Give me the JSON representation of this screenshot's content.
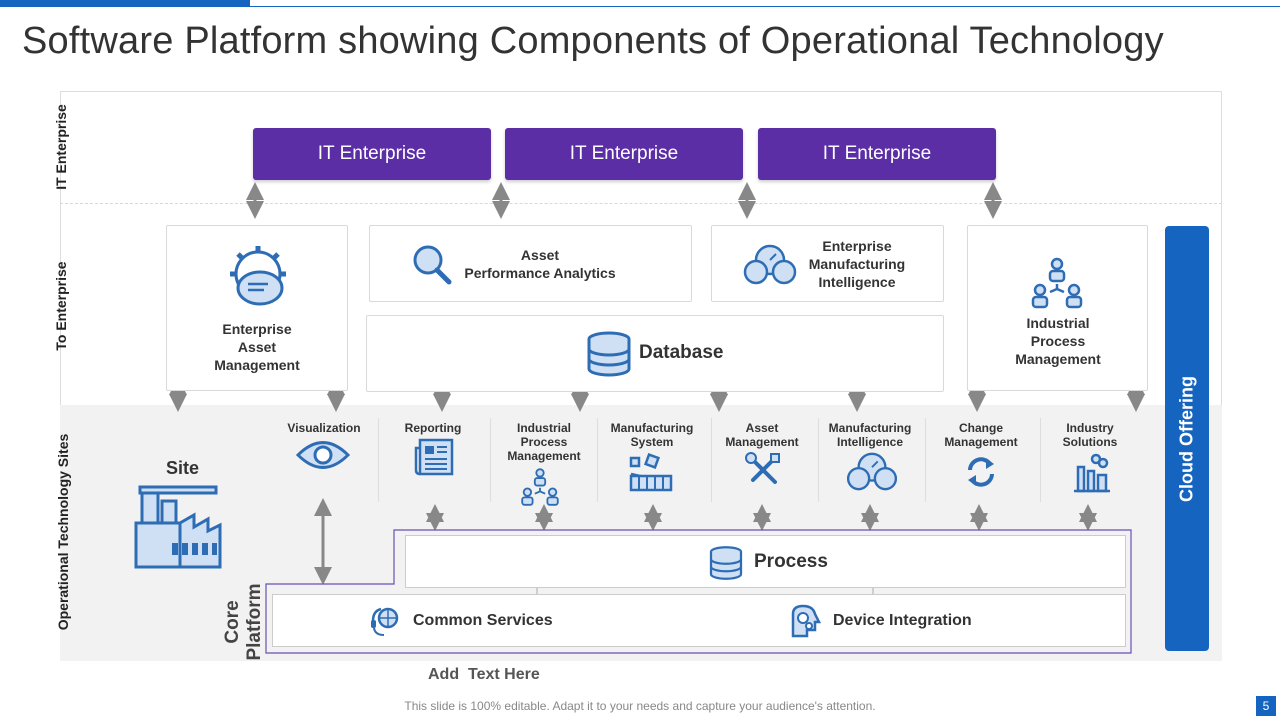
{
  "title": "Software Platform showing Components of Operational Technology",
  "rows": {
    "it": "IT Enterprise",
    "to": "To Enterprise",
    "ot": "Operational Technology Sites"
  },
  "it_boxes": [
    "IT Enterprise",
    "IT Enterprise",
    "IT Enterprise"
  ],
  "to": {
    "eam": "Enterprise\nAsset\nManagement",
    "apa": "Asset\nPerformance Analytics",
    "emi": "Enterprise\nManufacturing\nIntelligence",
    "database": "Database",
    "ipm": "Industrial\nProcess\nManagement"
  },
  "ot": {
    "site": "Site",
    "items": [
      {
        "label": "Visualization",
        "icon": "eye-icon"
      },
      {
        "label": "Reporting",
        "icon": "report-icon"
      },
      {
        "label": "Industrial\nProcess\nManagement",
        "icon": "people-hierarchy-icon"
      },
      {
        "label": "Manufacturing\nSystem",
        "icon": "conveyor-icon"
      },
      {
        "label": "Asset\nManagement",
        "icon": "tools-icon"
      },
      {
        "label": "Manufacturing\nIntelligence",
        "icon": "gauges-icon"
      },
      {
        "label": "Change\nManagement",
        "icon": "refresh-icon"
      },
      {
        "label": "Industry\nSolutions",
        "icon": "factory-smoke-icon"
      }
    ],
    "core_platform": "Core\nPlatform",
    "process": "Process",
    "common_services": "Common Services",
    "device_integration": "Device Integration"
  },
  "cloud": "Cloud Offering",
  "add_text": "Add  Text Here",
  "footer": "This slide is 100% editable. Adapt it to your needs and capture your audience's attention.",
  "page_number": "5",
  "colors": {
    "accent_blue": "#1565c0",
    "purple": "#5b2ea6",
    "icon_blue": "#2e6db4"
  }
}
